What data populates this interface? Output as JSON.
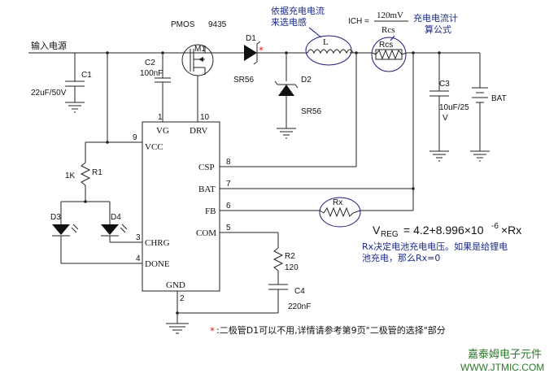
{
  "labels": {
    "input_power": "输入电源",
    "c1_name": "C1",
    "c1_value": "22uF/50V",
    "c2_name": "C2",
    "c2_value": "100nF",
    "pmos_title": "PMOS",
    "pmos_part": "9435",
    "m1_name": "M1",
    "d1_name": "D1",
    "d1_part": "SR56",
    "d1_star": "*",
    "d2_name": "D2",
    "d2_part": "SR56",
    "inductor_note_line1": "依据充电电流",
    "inductor_note_line2": "来选电感",
    "inductor_name": "L",
    "ich_label": "ICH =",
    "ich_numerator": "120mV",
    "ich_denominator": "Rcs",
    "charge_note_line1": "充电电流计",
    "charge_note_line2": "算公式",
    "rcs_name": "Rcs",
    "c3_name": "C3",
    "c3_value_line1": "10uF/25",
    "c3_value_line2": "V",
    "bat_name": "BAT",
    "r1_name": "R1",
    "r1_value": "1K",
    "d3_name": "D3",
    "d4_name": "D4",
    "rx_name": "Rx",
    "r2_name": "R2",
    "r2_value": "120",
    "c4_name": "C4",
    "c4_value": "220nF",
    "vreg_label": "V",
    "vreg_sub": "REG",
    "vreg_formula": "= 4.2+8.996×10",
    "vreg_exp": "-6",
    "vreg_tail": "×Rx",
    "rx_note_line1": "Rx决定电池充电电压。如果是给锂电",
    "rx_note_line2": "池充电，那么Rx=0",
    "footnote_star": "*",
    "footnote": ":二极管D1可以不用,详情请参考第9页\"二极管的选择\"部分",
    "watermark_cn": "嘉泰姆电子元件",
    "watermark_url": "WWW.JTMIC.COM"
  },
  "ic": {
    "pins": [
      {
        "num": "1",
        "name": "VG"
      },
      {
        "num": "10",
        "name": "DRV"
      },
      {
        "num": "9",
        "name": "VCC"
      },
      {
        "num": "8",
        "name": "CSP"
      },
      {
        "num": "7",
        "name": "BAT"
      },
      {
        "num": "6",
        "name": "FB"
      },
      {
        "num": "5",
        "name": "COM"
      },
      {
        "num": "3",
        "name": "CHRG"
      },
      {
        "num": "4",
        "name": "DONE"
      },
      {
        "num": "2",
        "name": "GND"
      }
    ]
  }
}
